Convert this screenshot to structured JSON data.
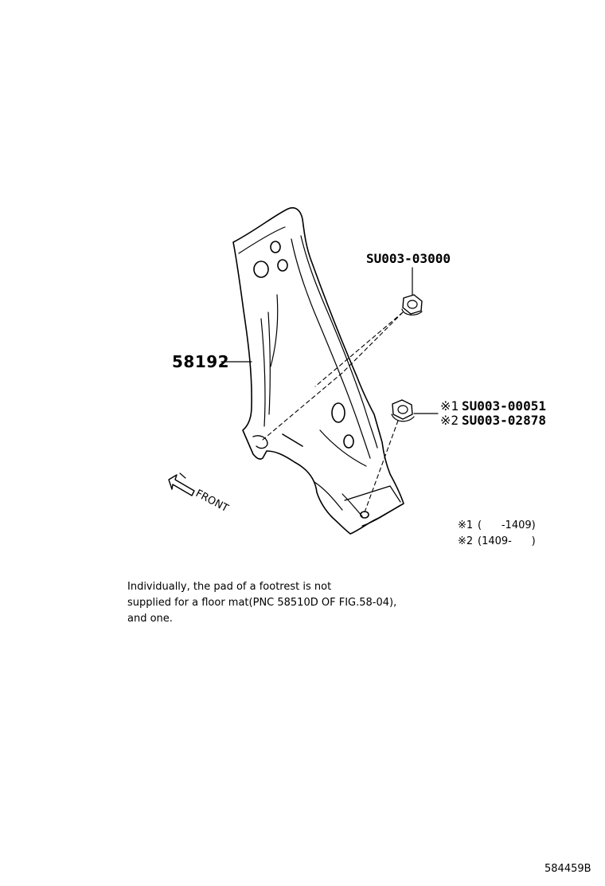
{
  "parts": {
    "main_part": "58192",
    "nut_top": "SU003-03000",
    "nut_bottom_1": {
      "mark": "※1",
      "number": "SU003-00051"
    },
    "nut_bottom_2": {
      "mark": "※2",
      "number": "SU003-02878"
    }
  },
  "direction_label": "FRONT",
  "footnotes": [
    {
      "mark": "※1",
      "range": "(      -1409)"
    },
    {
      "mark": "※2",
      "range": "(1409-      )"
    }
  ],
  "note": {
    "line1": "Individually, the pad of a footrest is not",
    "line2": "supplied for a floor mat(PNC 58510D OF FIG.58-04),",
    "line3": "and one."
  },
  "figure_id": "584459B"
}
